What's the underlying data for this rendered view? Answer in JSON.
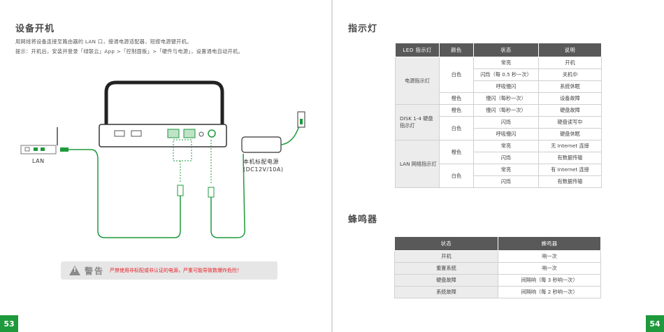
{
  "left_page": {
    "title": "设备开机",
    "paragraph_1": "用网线将设备连接至路由器的 LAN 口，接通电源适配器，短按电源键开机。",
    "paragraph_2": "提示：开机后，安装并登录「绿联云」App >「控制面板」>「硬件与电源」，设置通电自动开机。",
    "lan_label": "LAN",
    "power_label_line1": "本机标配电源",
    "power_label_line2": "(DC12V/10A)",
    "warning_title": "警告",
    "warning_text": "严禁使用非标配或非认证的电源，严重可能导致数爆炸危险！",
    "page_number": "53"
  },
  "right_page": {
    "title_indicator": "指示灯",
    "indicator_table": {
      "headers": [
        "LED 指示灯",
        "颜色",
        "状态",
        "说明"
      ],
      "rows": [
        [
          "电源指示灯",
          "白色",
          "常亮",
          "开机"
        ],
        [
          "",
          "",
          "闪烁（每 0.5 秒一次）",
          "关机中"
        ],
        [
          "",
          "",
          "呼吸慢闪",
          "系统休眠"
        ],
        [
          "",
          "橙色",
          "慢闪（每秒一次）",
          "设备故障"
        ],
        [
          "DISK 1-4 硬盘指示灯",
          "橙色",
          "慢闪（每秒一次）",
          "硬盘故障"
        ],
        [
          "",
          "白色",
          "闪烁",
          "硬盘读写中"
        ],
        [
          "",
          "",
          "呼吸慢闪",
          "硬盘休眠"
        ],
        [
          "LAN 网络指示灯",
          "橙色",
          "常亮",
          "无 Internet 连接"
        ],
        [
          "",
          "",
          "闪烁",
          "有数据传输"
        ],
        [
          "",
          "白色",
          "常亮",
          "有 Internet 连接"
        ],
        [
          "",
          "",
          "闪烁",
          "有数据传输"
        ]
      ]
    },
    "title_buzzer": "蜂鸣器",
    "buzzer_table": {
      "headers": [
        "状态",
        "蜂鸣器"
      ],
      "rows": [
        [
          "开机",
          "响一次"
        ],
        [
          "重置系统",
          "响一次"
        ],
        [
          "硬盘故障",
          "间隔响（每 3 秒响一次）"
        ],
        [
          "系统故障",
          "间隔响（每 2 秒响一次）"
        ]
      ]
    },
    "page_number": "54"
  },
  "colors": {
    "accent_green": "#1e9a3c",
    "warning_red": "#e8212a",
    "header_grey": "#595959"
  }
}
